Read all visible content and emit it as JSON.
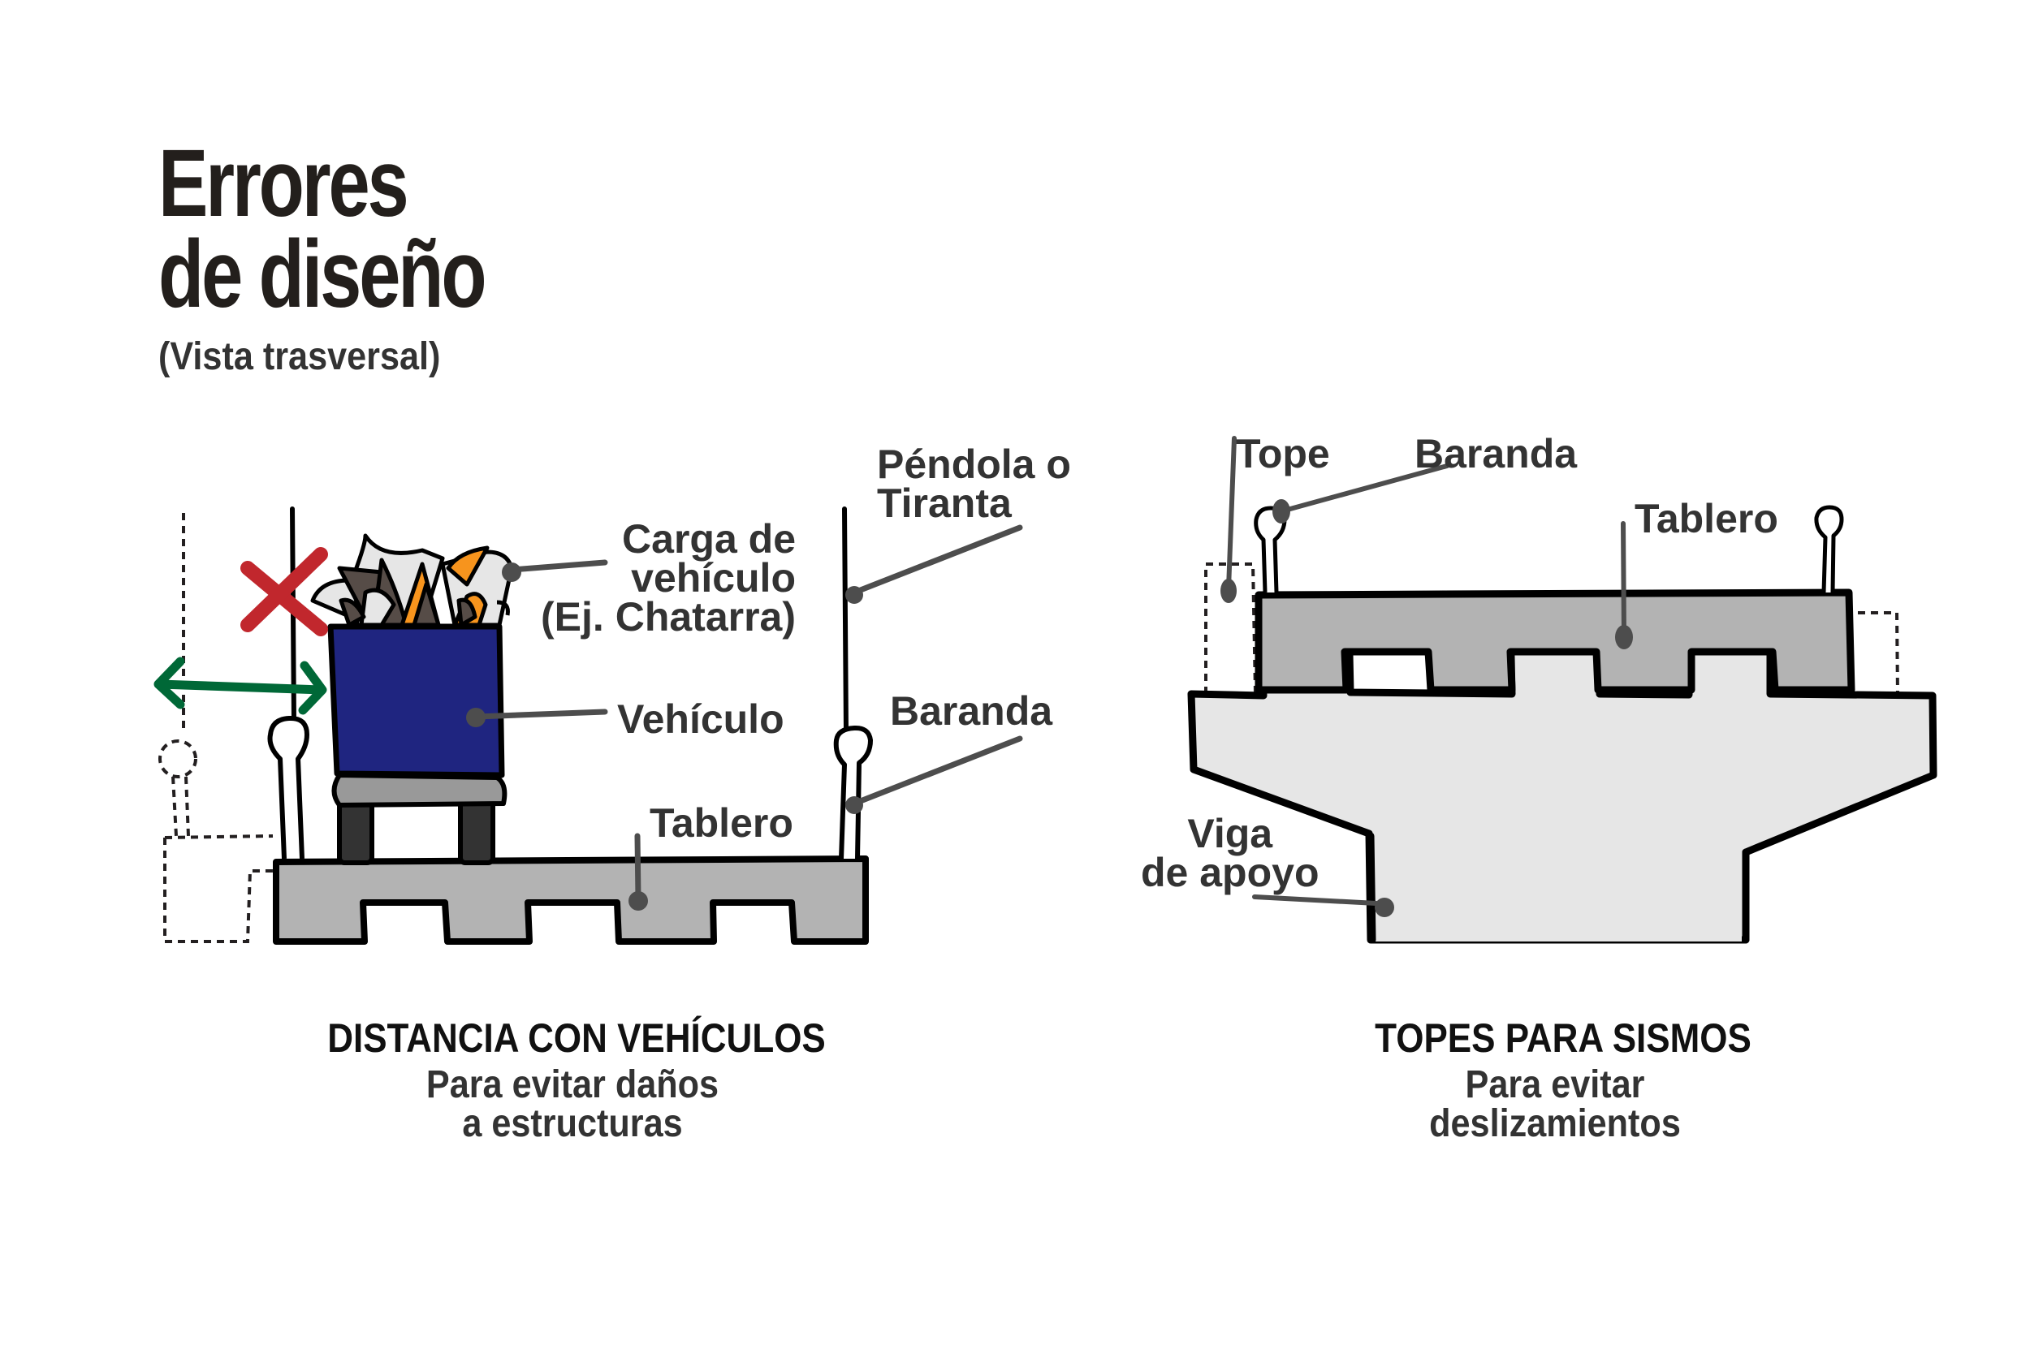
{
  "title": {
    "line1": "Errores",
    "line2": "de diseño",
    "subtitle": "(Vista trasversal)"
  },
  "left_diagram": {
    "labels": {
      "pendola": [
        "Péndola o",
        "Tiranta"
      ],
      "carga": [
        "Carga de",
        "vehículo",
        "(Ej. Chatarra)"
      ],
      "vehiculo": "Vehículo",
      "baranda": "Baranda",
      "tablero": "Tablero"
    },
    "caption_title": "DISTANCIA CON VEHÍCULOS",
    "caption_sub": [
      "Para evitar daños",
      "a estructuras"
    ],
    "icons": [
      "red-x-icon",
      "double-arrow-icon"
    ]
  },
  "right_diagram": {
    "labels": {
      "tope": "Tope",
      "baranda": "Baranda",
      "tablero": "Tablero",
      "viga": [
        "Viga",
        "de apoyo"
      ]
    },
    "caption_title": "TOPES PARA SISMOS",
    "caption_sub": [
      "Para evitar",
      "deslizamientos"
    ]
  },
  "colors": {
    "ink": "#000000",
    "label_text": "#333333",
    "leader": "#4d4d4d",
    "deck_fill": "#b3b3b3",
    "beam_fill": "#e6e6e6",
    "vehicle_body": "#1f2580",
    "vehicle_base": "#999999",
    "wheels": "#333333",
    "scrap_orange": "#f7941d",
    "scrap_light": "#e6e6e6",
    "scrap_dark": "#564c47",
    "error_red": "#c1272d",
    "arrow_green": "#006837"
  }
}
